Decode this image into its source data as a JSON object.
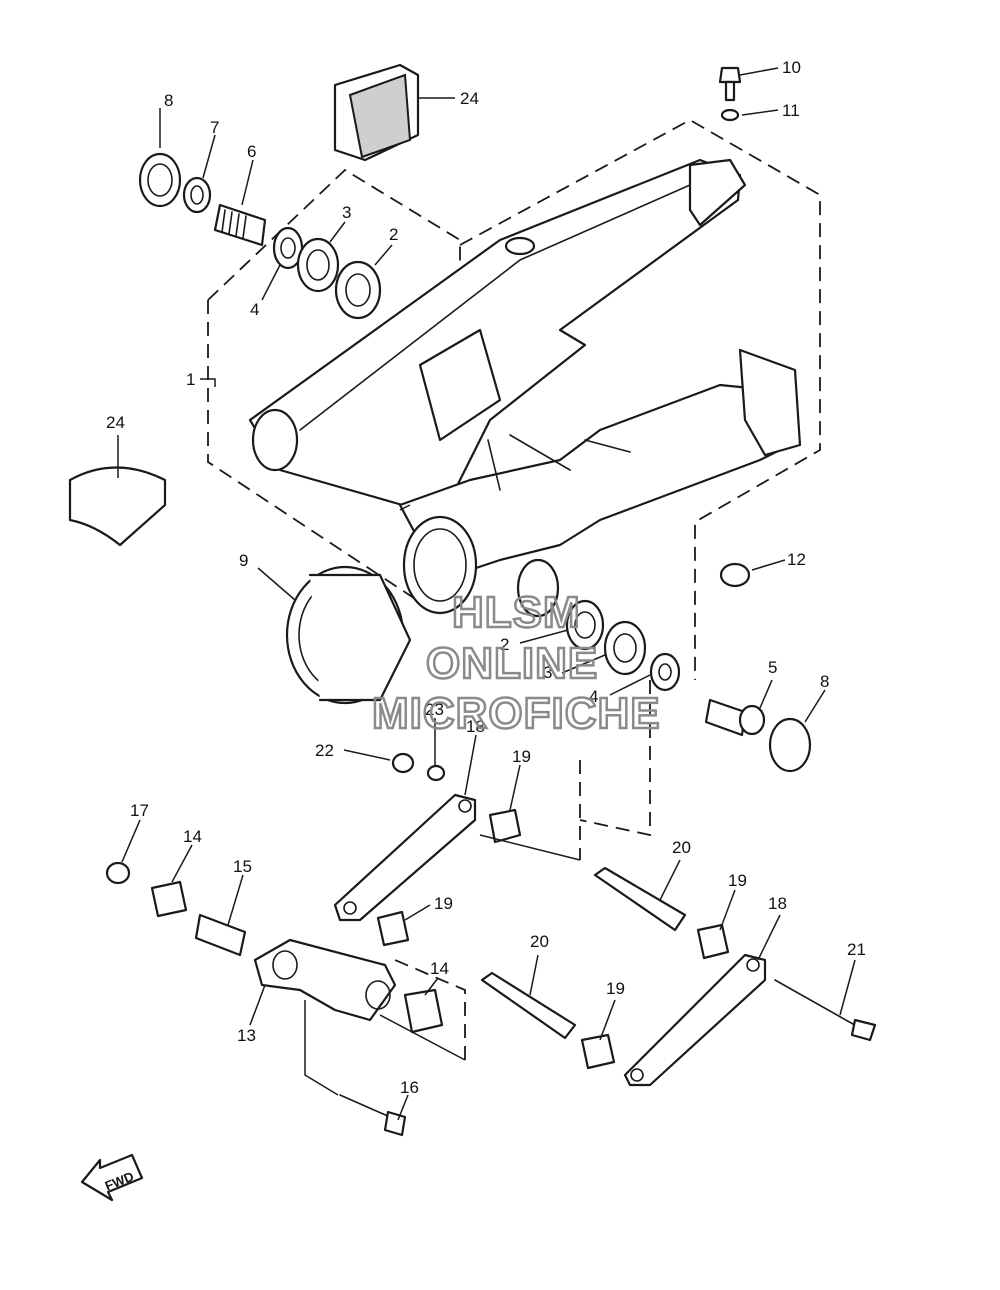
{
  "callouts": [
    {
      "id": "c1",
      "label": "1"
    },
    {
      "id": "c2a",
      "label": "2"
    },
    {
      "id": "c2b",
      "label": "2"
    },
    {
      "id": "c3a",
      "label": "3"
    },
    {
      "id": "c3b",
      "label": "3"
    },
    {
      "id": "c4a",
      "label": "4"
    },
    {
      "id": "c4b",
      "label": "4"
    },
    {
      "id": "c5",
      "label": "5"
    },
    {
      "id": "c6",
      "label": "6"
    },
    {
      "id": "c7",
      "label": "7"
    },
    {
      "id": "c8a",
      "label": "8"
    },
    {
      "id": "c8b",
      "label": "8"
    },
    {
      "id": "c9",
      "label": "9"
    },
    {
      "id": "c10",
      "label": "10"
    },
    {
      "id": "c11",
      "label": "11"
    },
    {
      "id": "c12",
      "label": "12"
    },
    {
      "id": "c13",
      "label": "13"
    },
    {
      "id": "c14a",
      "label": "14"
    },
    {
      "id": "c14b",
      "label": "14"
    },
    {
      "id": "c15",
      "label": "15"
    },
    {
      "id": "c16",
      "label": "16"
    },
    {
      "id": "c17",
      "label": "17"
    },
    {
      "id": "c18a",
      "label": "18"
    },
    {
      "id": "c18b",
      "label": "18"
    },
    {
      "id": "c19a",
      "label": "19"
    },
    {
      "id": "c19b",
      "label": "19"
    },
    {
      "id": "c19c",
      "label": "19"
    },
    {
      "id": "c19d",
      "label": "19"
    },
    {
      "id": "c20a",
      "label": "20"
    },
    {
      "id": "c20b",
      "label": "20"
    },
    {
      "id": "c21",
      "label": "21"
    },
    {
      "id": "c22",
      "label": "22"
    },
    {
      "id": "c23",
      "label": "23"
    },
    {
      "id": "c24a",
      "label": "24"
    },
    {
      "id": "c24b",
      "label": "24"
    }
  ],
  "watermark": {
    "line1": "HLSM",
    "line2": "ONLINE",
    "line3": "MICROFICHE"
  },
  "fwd_label": "FWD"
}
